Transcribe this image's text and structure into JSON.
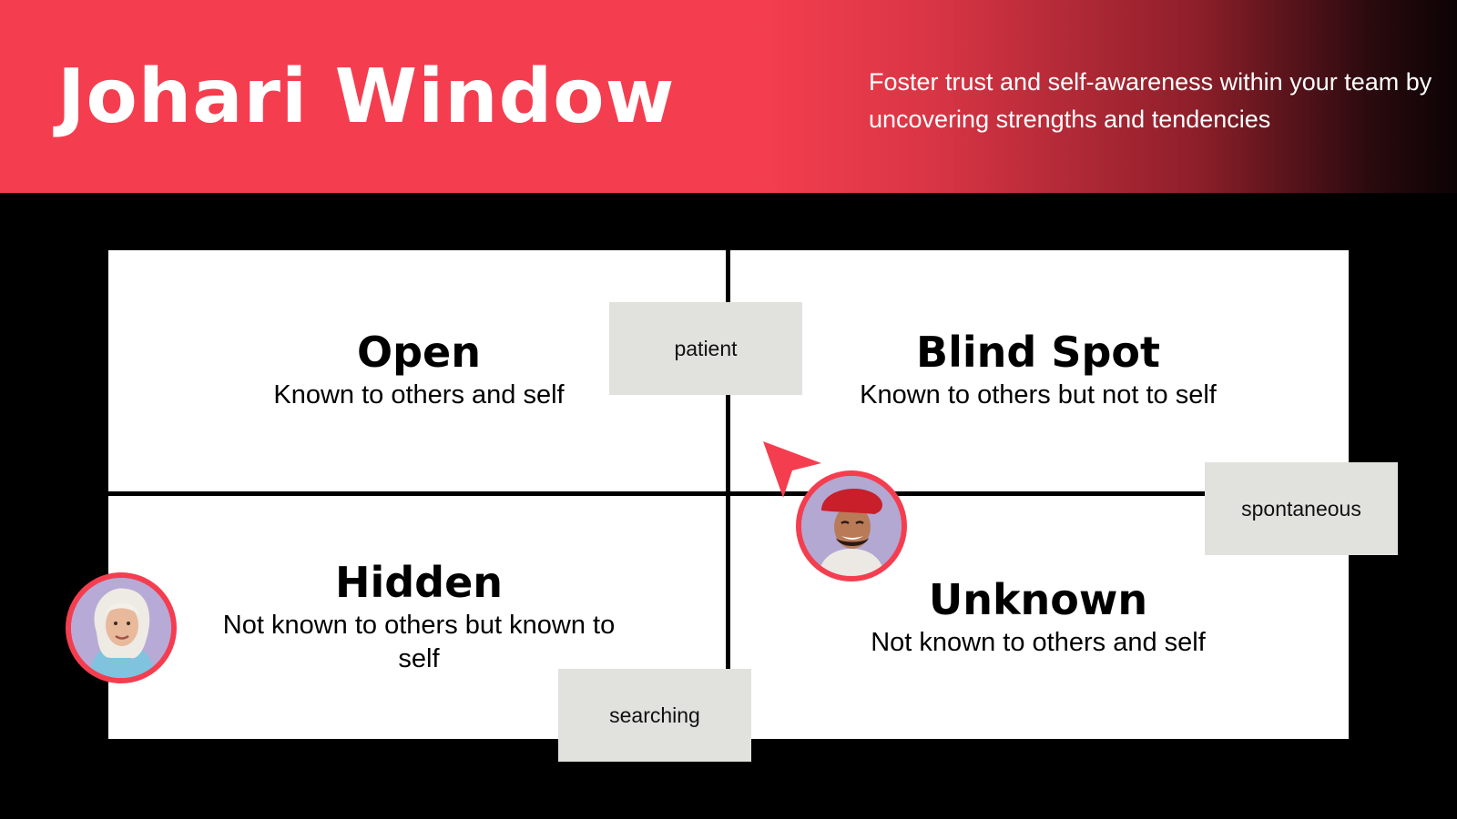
{
  "header": {
    "title": "Johari Window",
    "subtitle": "Foster trust and self-awareness within your team by uncovering strengths and tendencies"
  },
  "quadrants": [
    {
      "title": "Open",
      "description": "Known to others and self"
    },
    {
      "title": "Blind Spot",
      "description": "Known to others but not to self"
    },
    {
      "title": "Hidden",
      "description": "Not known to others but known to self"
    },
    {
      "title": "Unknown",
      "description": "Not known to others and self"
    }
  ],
  "sticky_notes": [
    {
      "label": "patient"
    },
    {
      "label": "spontaneous"
    },
    {
      "label": "searching"
    }
  ],
  "avatars": [
    {
      "icon": "user-avatar-woman-icon"
    },
    {
      "icon": "user-avatar-man-icon"
    }
  ],
  "cursor": {
    "icon": "pointer-cursor-icon"
  },
  "colors": {
    "accent": "#f43e4f",
    "background": "#000000",
    "panel": "#ffffff",
    "sticky": "#e1e2de"
  }
}
